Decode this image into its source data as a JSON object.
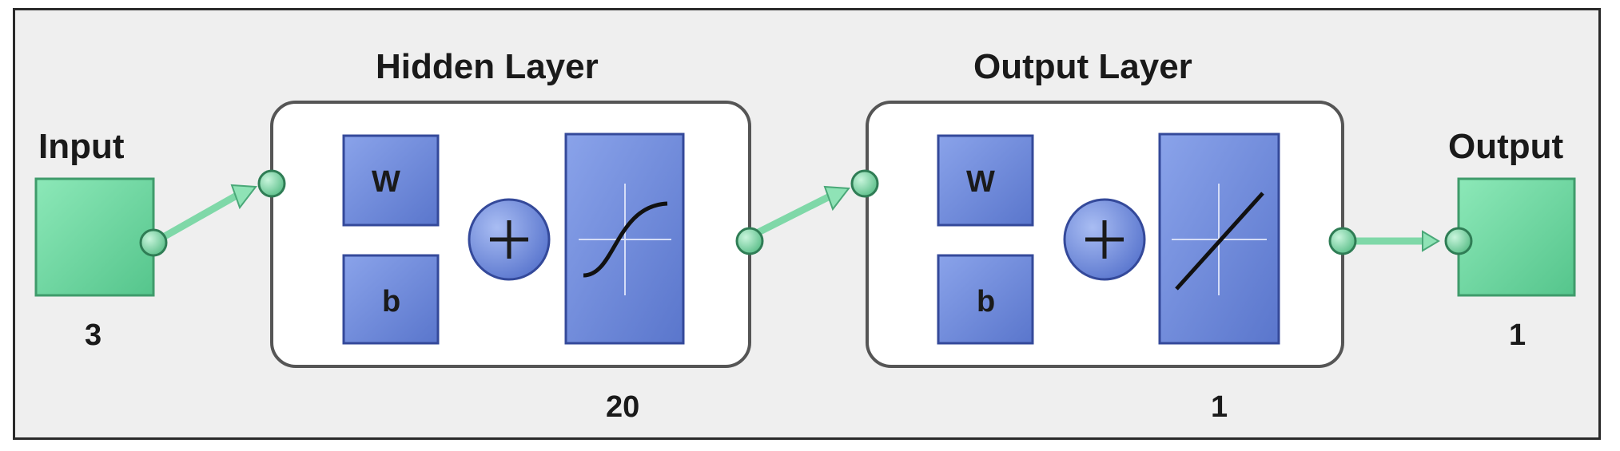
{
  "diagram": {
    "input": {
      "title": "Input",
      "size": "3"
    },
    "hidden": {
      "title": "Hidden Layer",
      "weight": "W",
      "bias": "b",
      "size": "20"
    },
    "output_layer": {
      "title": "Output Layer",
      "weight": "W",
      "bias": "b",
      "size": "1"
    },
    "output": {
      "title": "Output",
      "size": "1"
    },
    "colors": {
      "connector": "#7fd8a8",
      "io_block": "#6fd8a2",
      "layer_block": "#6b87d9",
      "background": "#efefef"
    }
  }
}
